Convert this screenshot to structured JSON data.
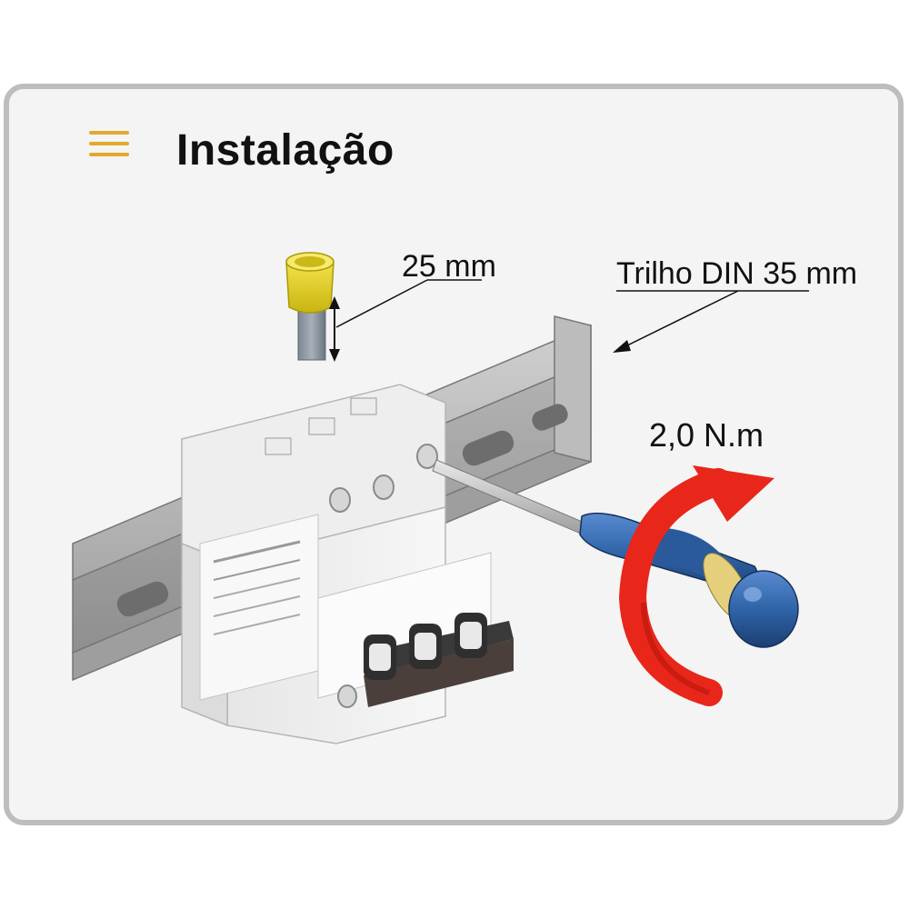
{
  "header": {
    "title": "Instalação",
    "menu_icon": "hamburger-menu-icon"
  },
  "labels": {
    "ferrule_strip_length": "25 mm",
    "din_rail": "Trilho DIN 35 mm",
    "tightening_torque": "2,0 N.m"
  },
  "colors": {
    "accent": "#e0aa2c",
    "screwdriver_handle": "#2f64a8",
    "rotation_arrow": "#e8261a",
    "ferrule_sleeve": "#e4d21a"
  }
}
